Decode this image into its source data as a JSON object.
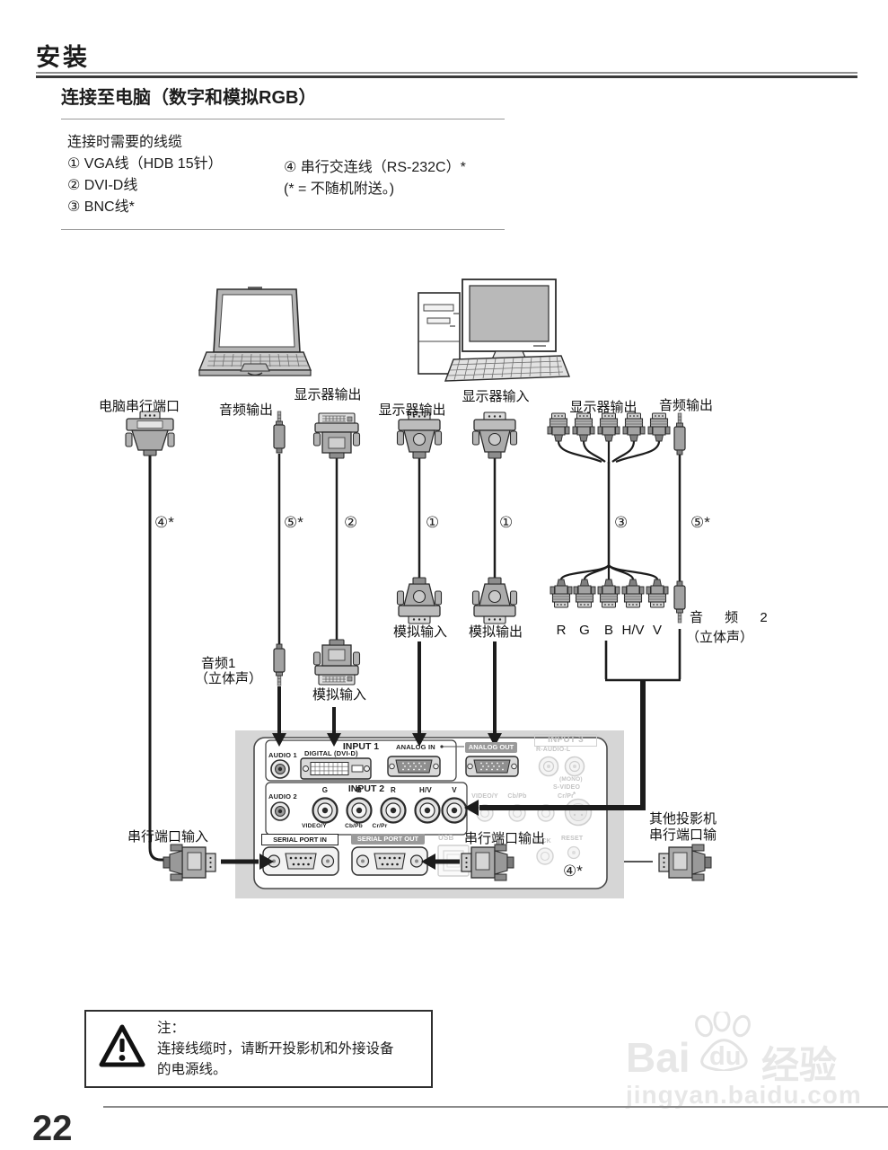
{
  "header": {
    "section": "安装",
    "subtitle": "连接至电脑（数字和模拟RGB）"
  },
  "cable_list": {
    "heading": "连接时需要的线缆",
    "item1": "① VGA线（HDB 15针）",
    "item2": "② DVI-D线",
    "item3": "③ BNC线*",
    "item4": "④ 串行交连线（RS-232C）*",
    "note": "(* = 不随机附送。)"
  },
  "diagram": {
    "top": {
      "pc_serial": "电脑串行端口",
      "audio_out_l": "音频输出",
      "monitor_out_dvi": "显示器输出",
      "monitor_out_vga": "显示器输出",
      "monitor_in": "显示器输入",
      "monitor_out_bnc": "显示器输出",
      "audio_out_r": "音频输出"
    },
    "tags": {
      "serial": "④*",
      "audio1": "⑤*",
      "dvi": "②",
      "vga_in": "①",
      "vga_out": "①",
      "bnc": "③",
      "audio2": "⑤*"
    },
    "mid": {
      "audio1_l1": "音频1",
      "audio1_l2": "（立体声）",
      "analog_in_dvi": "模拟输入",
      "analog_in_vga": "模拟输入",
      "analog_out_vga": "模拟输出",
      "r": "R",
      "g": "G",
      "b": "B",
      "hv": "H/V",
      "v": "V",
      "audio2_l1": "音 频 2",
      "audio2_l2": "（立体声）"
    },
    "panel": {
      "input1": {
        "title": "INPUT 1",
        "audio1": "AUDIO 1",
        "digital": "DIGITAL (DVI-D)",
        "analog_in": "ANALOG IN",
        "analog_out": "ANALOG OUT"
      },
      "input2": {
        "title": "INPUT 2",
        "audio2": "AUDIO 2",
        "g": "G",
        "b": "B",
        "r": "R",
        "hv": "H/V",
        "v": "V",
        "video_y": "VIDEO/Y",
        "cb_pb": "Cb/Pb",
        "cr_pr": "Cr/Pr"
      },
      "input3": {
        "title": "INPUT 3",
        "r_audio_l": "R-AUDIO-L",
        "mono": "(MONO)",
        "s_video": "S-VIDEO",
        "star": "*",
        "video_y": "VIDEO/Y",
        "cb_pb": "Cb/Pb",
        "cr_pr": "Cr/Pr"
      },
      "bottom": {
        "serial_in": "SERIAL PORT IN",
        "serial_out": "SERIAL PORT OUT",
        "usb": "USB",
        "jack": "JACK",
        "reset": "RESET"
      }
    },
    "lower": {
      "serial_in": "串行端口输入",
      "serial_out": "串行端口输出",
      "other_l1": "其他投影机",
      "other_l2": "串行端口输",
      "tag": "④*"
    }
  },
  "note": {
    "title": "注：",
    "line1": "连接线缆时，请断开投影机和外接设备",
    "line2": "的电源线。"
  },
  "watermark": {
    "bai": "Bai",
    "du": "du",
    "cn": "经验",
    "url": "jingyan.baidu.com"
  },
  "footer": {
    "page": "22"
  }
}
